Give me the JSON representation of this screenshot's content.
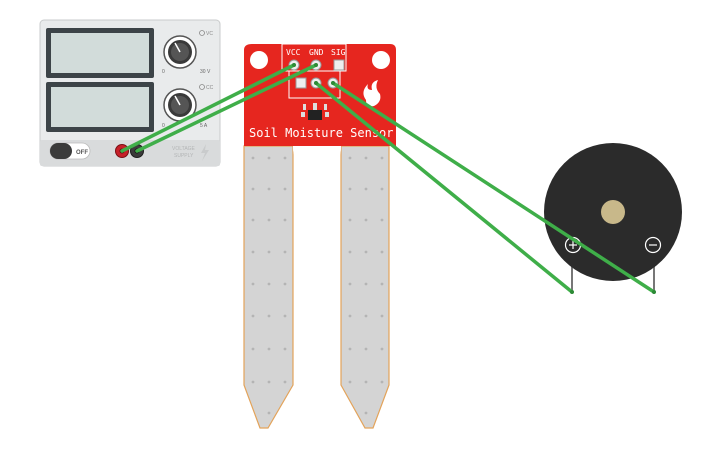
{
  "power_supply": {
    "power_switch_label": "OFF",
    "voltage_knob": {
      "min_label": "0",
      "max_label": "30 V",
      "indicator_label": "VC"
    },
    "current_knob": {
      "min_label": "0",
      "max_label": "5 A",
      "indicator_label": "CC"
    },
    "brand_line1": "VOLTAGE",
    "brand_line2": "SUPPLY"
  },
  "soil_sensor": {
    "pin_vcc": "VCC",
    "pin_gnd": "GND",
    "pin_sig": "SIG",
    "title": "Soil Moisture Sensor"
  },
  "buzzer": {
    "positive_symbol": "+",
    "negative_symbol": "−"
  },
  "colors": {
    "wire": "#3fae49",
    "sensor_board": "#e6261f",
    "probe": "#d6d6d6",
    "probe_edge": "#e3a35a",
    "buzzer_body": "#2b2b2b",
    "buzzer_center": "#c8b88a"
  }
}
